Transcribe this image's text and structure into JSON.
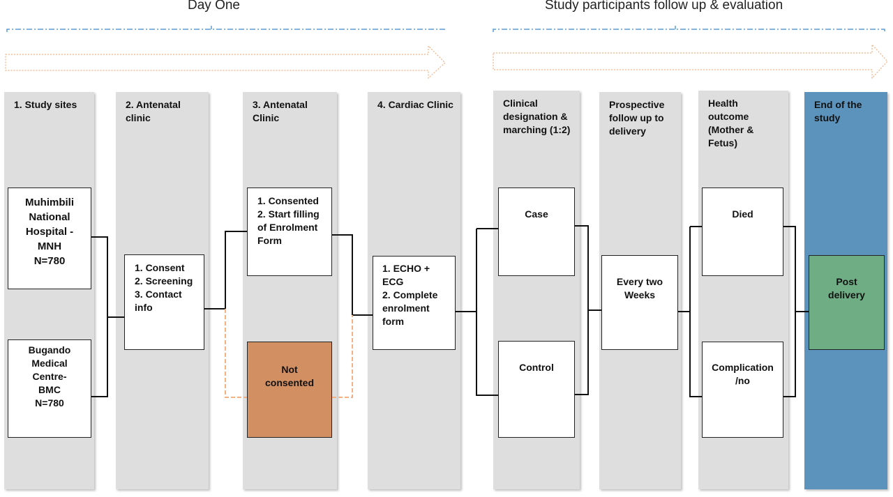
{
  "phases": {
    "day_one": "Day One",
    "follow_up": "Study participants follow up & evaluation"
  },
  "columns": [
    {
      "id": "study-sites",
      "header": "1. Study sites"
    },
    {
      "id": "antenatal-clinic-2",
      "header": "2. Antenatal\nclinic"
    },
    {
      "id": "antenatal-clinic-3",
      "header": "3. Antenatal\nClinic"
    },
    {
      "id": "cardiac-clinic",
      "header": "4. Cardiac Clinic"
    },
    {
      "id": "clinical-designation",
      "header": "Clinical\ndesignation &\nmarching (1:2)"
    },
    {
      "id": "prospective-follow-up",
      "header": "Prospective\nfollow up to\ndelivery"
    },
    {
      "id": "health-outcome",
      "header": "Health\noutcome\n(Mother &\nFetus)"
    },
    {
      "id": "end-of-study",
      "header": "End of the\nstudy"
    }
  ],
  "boxes": {
    "mnh": "Muhimbili\nNational\nHospital -\nMNH\nN=780",
    "bmc": "Bugando\nMedical\nCentre-\nBMC\nN=780",
    "consent_steps": "1. Consent\n2. Screening\n3. Contact\ninfo",
    "consented": "1. Consented\n2. Start filling\nof Enrolment\nForm",
    "not_consented": "Not\nconsented",
    "echo_ecg": "1. ECHO +\nECG\n2. Complete\nenrolment\nform",
    "case": "Case",
    "control": "Control",
    "every_two_weeks": "Every two\nWeeks",
    "died": "Died",
    "complication": "Complication\n/no",
    "post_delivery": "Post\ndelivery"
  },
  "colors": {
    "column_bg": "#dedede",
    "final_column_bg": "#5b93bc",
    "not_consented_fill": "#d18f62",
    "post_delivery_fill": "#6fad84",
    "bracket_line": "#5b9bd5",
    "arrow_outline": "#f4b183"
  }
}
